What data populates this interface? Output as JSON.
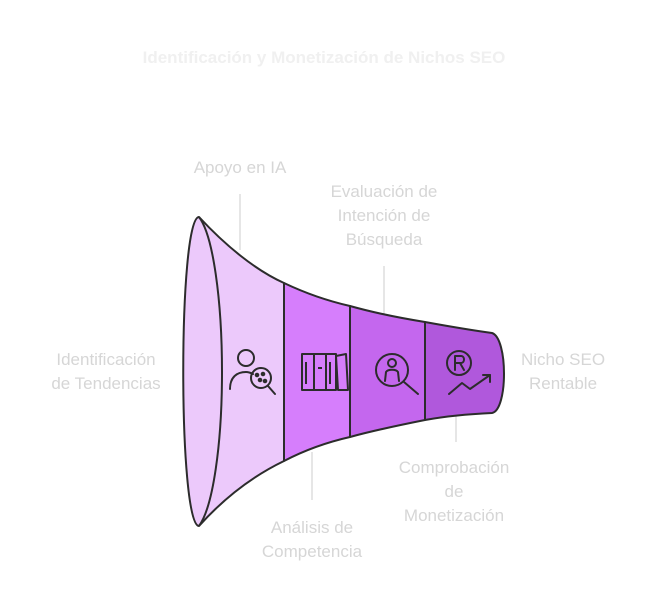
{
  "title": "Identificación y Monetización de Nichos SEO",
  "stages": [
    {
      "label": [
        "Identificación",
        "de Tendencias"
      ],
      "color": "#ecc9fb",
      "icon": "person-network-search-icon"
    },
    {
      "label": [
        "Apoyo en IA"
      ],
      "color": "#d67efc",
      "icon": "bookshelf-icon"
    },
    {
      "label": [
        "Análisis de",
        "Competencia"
      ],
      "color": "#c467ee",
      "icon": "user-search-icon"
    },
    {
      "label": [
        "Evaluación de",
        "Intención de",
        "Búsqueda"
      ],
      "color": "#b058dc",
      "icon": "coin-growth-icon"
    },
    {
      "label": [
        "Comprobación",
        "de",
        "Monetización"
      ],
      "color": "#9e59c4",
      "icon": ""
    },
    {
      "label": [
        "Nicho SEO",
        "Rentable"
      ],
      "color": "",
      "icon": ""
    }
  ],
  "colors": {
    "stroke": "#2c2c2c",
    "label_text": "#d6d6d6",
    "connector": "#dedede"
  }
}
